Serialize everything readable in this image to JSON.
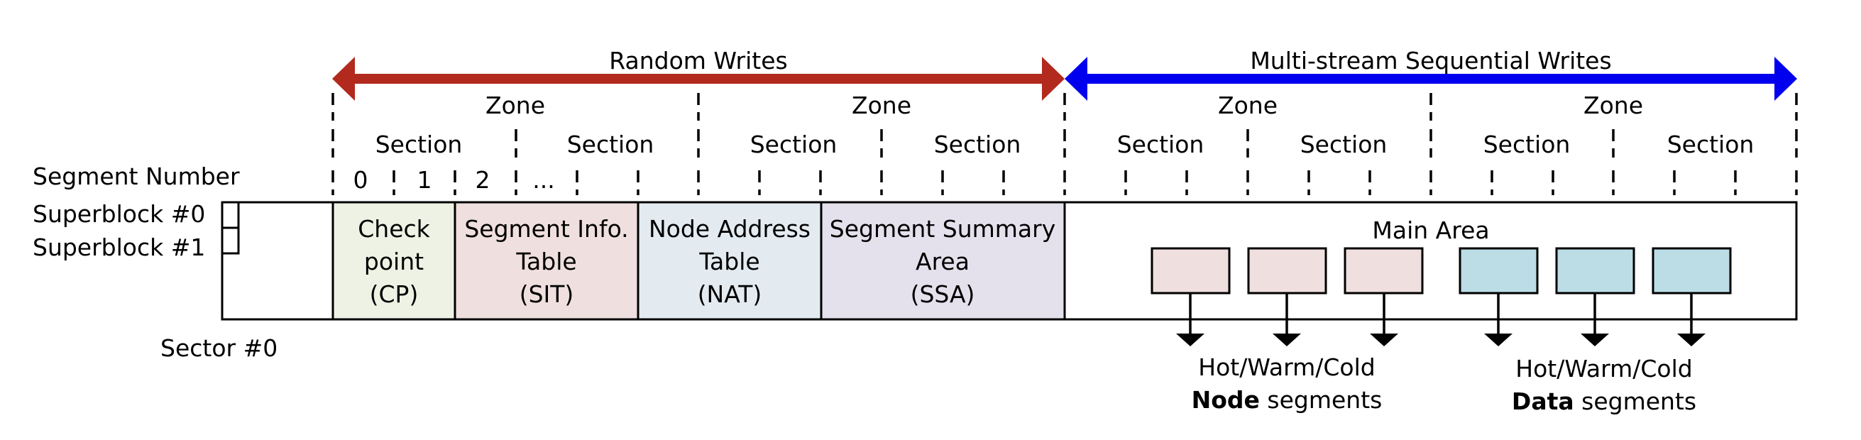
{
  "colors": {
    "random_arrow": "#b22a1e",
    "sequential_arrow": "#0000ee",
    "cp_fill": "#eef2e4",
    "sit_fill": "#efdfde",
    "nat_fill": "#e3ebf1",
    "ssa_fill": "#e5e1ec",
    "node_segment_fill": "#efdfde",
    "data_segment_fill": "#bcdde6"
  },
  "arrows": {
    "random_label": "Random Writes",
    "sequential_label": "Multi-stream Sequential Writes"
  },
  "zone_label": "Zone",
  "section_label": "Section",
  "segment_number_label": "Segment Number",
  "segment_numbers": [
    "0",
    "1",
    "2",
    "..."
  ],
  "superblocks": [
    "Superblock #0",
    "Superblock #1"
  ],
  "sector_label": "Sector #0",
  "areas": {
    "cp": [
      "Check",
      "point",
      "(CP)"
    ],
    "sit": [
      "Segment Info.",
      "Table",
      "(SIT)"
    ],
    "nat": [
      "Node Address",
      "Table",
      "(NAT)"
    ],
    "ssa": [
      "Segment Summary",
      "Area",
      "(SSA)"
    ]
  },
  "main_area_label": "Main Area",
  "node_caption": {
    "line1": "Hot/Warm/Cold",
    "bold": "Node",
    "rest": " segments"
  },
  "data_caption": {
    "line1": "Hot/Warm/Cold",
    "bold": "Data",
    "rest": " segments"
  }
}
